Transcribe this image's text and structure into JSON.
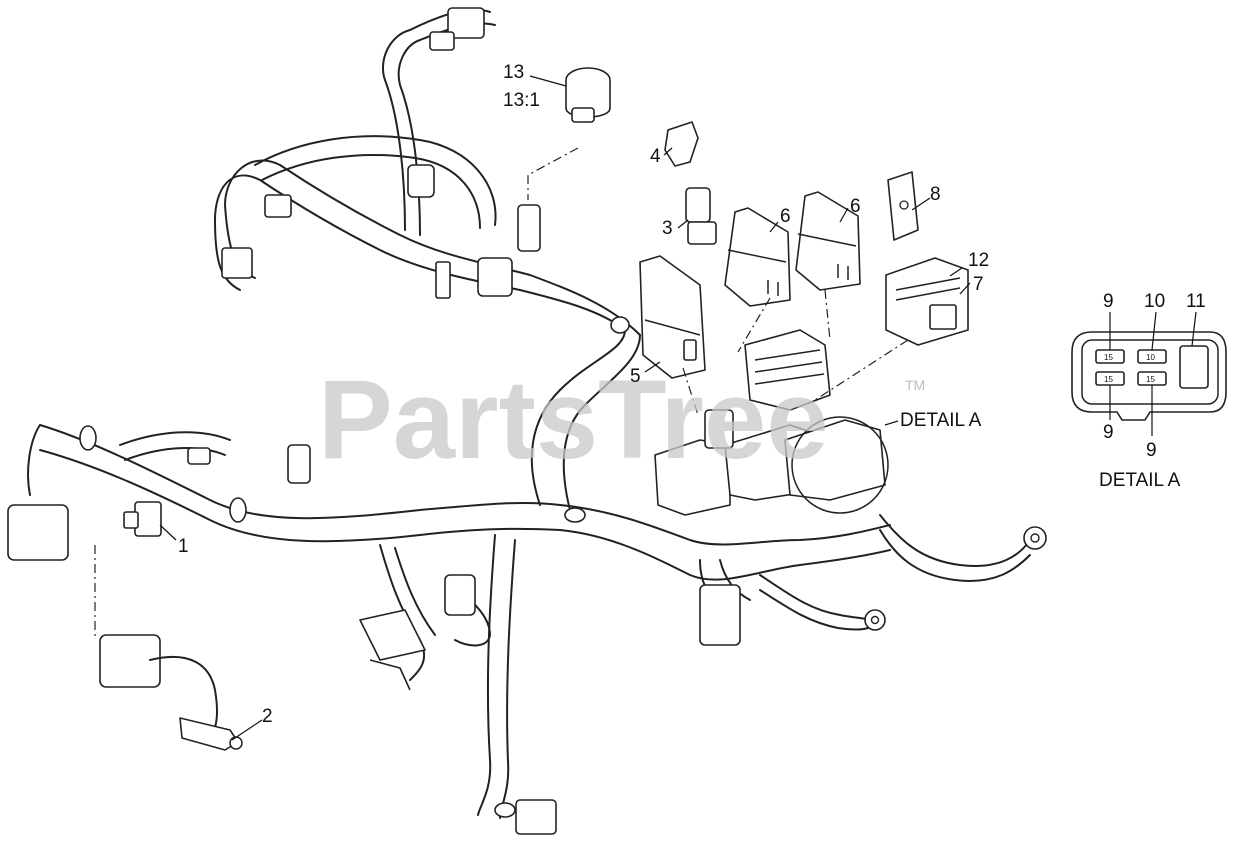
{
  "watermark": {
    "text": "PartsTree",
    "trademark": "TM"
  },
  "callouts": {
    "c1": "1",
    "c2": "2",
    "c3": "3",
    "c4": "4",
    "c5": "5",
    "c6a": "6",
    "c6b": "6",
    "c7": "7",
    "c8": "8",
    "c12": "12",
    "c13": "13",
    "c13_1": "13:1"
  },
  "detail_a": {
    "main_label": "DETAIL A",
    "inset_title": "DETAIL A",
    "top_callouts": [
      "9",
      "10",
      "11"
    ],
    "bottom_callouts": [
      "9",
      "9"
    ],
    "fuse_ratings": [
      "15",
      "10",
      "15",
      "15"
    ]
  },
  "colors": {
    "line": "#222222",
    "watermark": "#c9c9c9",
    "background": "#ffffff"
  }
}
